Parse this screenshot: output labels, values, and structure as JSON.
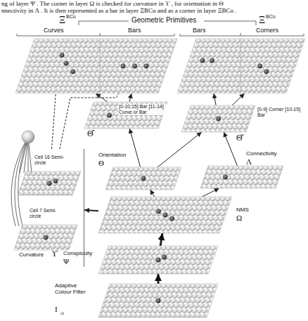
{
  "diagram": {
    "nodes": [
      {
        "text": [
          "Curves"
        ]
      },
      {
        "text": [
          "Bars"
        ]
      },
      {
        "text": [
          "Bars"
        ]
      },
      {
        "text": [
          "Corners"
        ]
      },
      {
        "text": [
          "[0-10;15] Bar [11-14] Curve or Bar",
          "Θ̂"
        ]
      },
      {
        "text": [
          "[0-9] Corner [10-15] Bar",
          "Θ̌"
        ]
      },
      {
        "text": [
          "Curvature",
          "ϒ"
        ]
      },
      {
        "text": [
          "Cell 16 Semi-circle"
        ],
        "in": 6
      },
      {
        "text": [
          "Cell 7 Semi-circle"
        ],
        "in": 6
      },
      {
        "text": [
          "Orientation",
          "Θ"
        ]
      },
      {
        "text": [
          "Connectivity",
          "Λ"
        ]
      },
      {
        "text": [
          "NMS",
          "Ω"
        ]
      },
      {
        "text": [
          "Conspicuity",
          "Ψ"
        ]
      },
      {
        "text": [
          "Adaptive Colour Filter",
          "I",
          "ci"
        ]
      }
    ],
    "edges": [
      {
        "from": 13,
        "to": 12,
        "arrow": "to"
      },
      {
        "from": 12,
        "to": 11,
        "arrow": "to"
      },
      {
        "from": 11,
        "to": 9,
        "arrow": "to"
      },
      {
        "from": 11,
        "to": 10,
        "arrow": "to"
      },
      {
        "from": 11,
        "to": 6,
        "arrow": "to"
      },
      {
        "from": 9,
        "to": 4,
        "arrow": "to"
      },
      {
        "from": 9,
        "to": 5,
        "arrow": "to"
      },
      {
        "from": 10,
        "to": 5,
        "arrow": "to"
      },
      {
        "from": 4,
        "to": 0,
        "arrow": "to"
      },
      {
        "from": 4,
        "to": 1,
        "arrow": "to"
      },
      {
        "from": 5,
        "to": 2,
        "arrow": "to"
      },
      {
        "from": 5,
        "to": 3,
        "arrow": "to"
      },
      {
        "from": 6,
        "to": 0,
        "arrow": "none"
      },
      {
        "from": 6,
        "to": 1,
        "arrow": "none"
      }
    ],
    "labels": [
      "ng of layer Ψ . The corner in layer Ω is checked for curvature in ϒ , for orientation in Θ",
      "nnectivity in Λ . It is then represented as a bar in layer ΞBCu and as a corner in layer ΞBCo .",
      "Ξ",
      "BCu",
      "Geometric Primitives",
      "Ξ",
      "BCo"
    ]
  }
}
